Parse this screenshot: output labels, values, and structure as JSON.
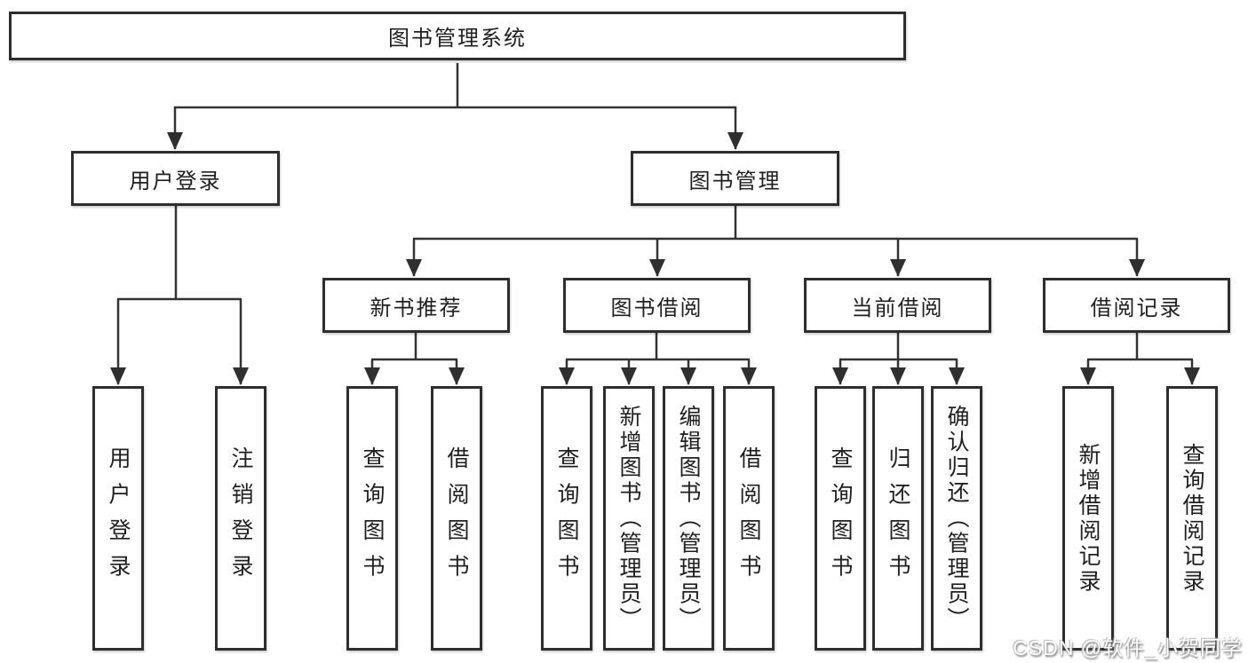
{
  "tree": {
    "label": "图书管理系统",
    "children": [
      {
        "label": "用户登录",
        "children": [
          {
            "label": "用户登录"
          },
          {
            "label": "注销登录"
          }
        ]
      },
      {
        "label": "图书管理",
        "children": [
          {
            "label": "新书推荐",
            "children": [
              {
                "label": "查询图书"
              },
              {
                "label": "借阅图书"
              }
            ]
          },
          {
            "label": "图书借阅",
            "children": [
              {
                "label": "查询图书"
              },
              {
                "label": "新增图书（管理员）"
              },
              {
                "label": "编辑图书（管理员）"
              },
              {
                "label": "借阅图书"
              }
            ]
          },
          {
            "label": "当前借阅",
            "children": [
              {
                "label": "查询图书"
              },
              {
                "label": "归还图书"
              },
              {
                "label": "确认归还（管理员）"
              }
            ]
          },
          {
            "label": "借阅记录",
            "children": [
              {
                "label": "新增借阅记录"
              },
              {
                "label": "查询借阅记录"
              }
            ]
          }
        ]
      }
    ]
  },
  "watermark": {
    "text": "CSDN @软件_小贺同学"
  },
  "colors": {
    "line": "#333333",
    "box_border": "#2e2e2e",
    "text": "#1f1f1f",
    "background": "#ffffff",
    "watermark_fill": "#ffffff",
    "watermark_shadow": "#6f6f6f"
  }
}
